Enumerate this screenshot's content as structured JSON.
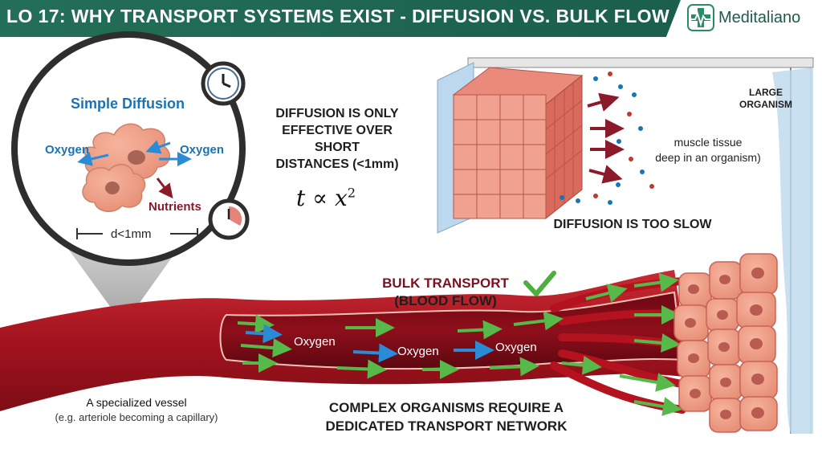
{
  "header": {
    "title": "LO 17: WHY TRANSPORT SYSTEMS EXIST - DIFFUSION VS. BULK FLOW",
    "brand": "Meditaliano"
  },
  "colors": {
    "header": "#1f6b55",
    "brand_text": "#1d5b4a",
    "vessel": "#b0202a",
    "cell": "#e8776c",
    "diffusion_blue": "#1a73b5",
    "nutrient_red": "#8b1a2a",
    "check_green": "#4caf3f",
    "accent_dark_red": "#7a1020"
  },
  "diffusion_panel": {
    "title": "Simple Diffusion",
    "oxygen_left": "Oxygen",
    "oxygen_right": "Oxygen",
    "nutrients": "Nutrients",
    "distance": "d<1mm",
    "icons": [
      "clock-icon",
      "timer-icon"
    ]
  },
  "center_note": {
    "lines": [
      "DIFFUSION IS ONLY",
      "EFFECTIVE OVER",
      "SHORT",
      "DISTANCES (<1mm)"
    ],
    "formula": {
      "lhs": "t",
      "rel": "∝",
      "base": "x",
      "exp": "2"
    }
  },
  "tissue_panel": {
    "label_lines": [
      "LARGE",
      "ORGANISM"
    ],
    "note_lines": [
      "muscle tissue",
      "deep in an organism)"
    ],
    "caption": "DIFFUSION IS TOO SLOW"
  },
  "bulk": {
    "label_lines": [
      "BULK TRANSPORT",
      "(BLOOD FLOW)"
    ],
    "oxygen_labels": [
      "Oxygen",
      "Oxygen",
      "Oxygen"
    ],
    "check_icon": "check-icon"
  },
  "vessel_caption": {
    "title": "A specialized vessel",
    "sub": "(e.g. arteriole becoming a capillary)"
  },
  "conclusion": {
    "lines": [
      "COMPLEX ORGANISMS REQUIRE A",
      "DEDICATED TRANSPORT NETWORK"
    ]
  }
}
